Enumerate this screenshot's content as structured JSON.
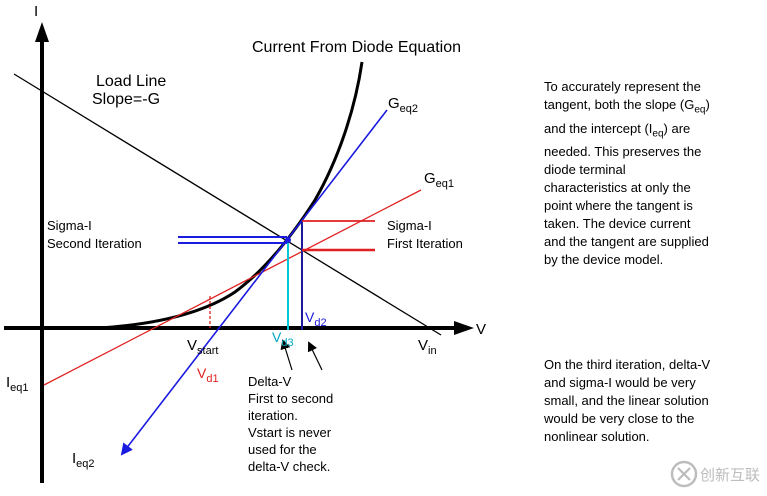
{
  "title": "Current From Diode Equation",
  "axis": {
    "y_label": "I",
    "x_label": "V"
  },
  "load_line": {
    "line1": "Load Line",
    "line2": "Slope=-G"
  },
  "geq2": {
    "base": "G",
    "sub": "eq2"
  },
  "geq1": {
    "base": "G",
    "sub": "eq1"
  },
  "ieq1": {
    "base": "I",
    "sub": "eq1"
  },
  "ieq2": {
    "base": "I",
    "sub": "eq2"
  },
  "sigma_second": {
    "line1": "Sigma-I",
    "line2": "Second Iteration"
  },
  "sigma_first": {
    "line1": "Sigma-I",
    "line2": "First Iteration"
  },
  "vstart": {
    "base": "V",
    "sub": "start"
  },
  "vd1": {
    "base": "V",
    "sub": "d1"
  },
  "vd2": {
    "base": "V",
    "sub": "d2"
  },
  "vd3": {
    "base": "V",
    "sub": "d3"
  },
  "vin": {
    "base": "V",
    "sub": "in"
  },
  "delta_v": {
    "l1": "Delta-V",
    "l2": "First to second",
    "l3": "iteration.",
    "l4": "Vstart is never",
    "l5": "used for the",
    "l6": "delta-V check."
  },
  "note_top": {
    "l1": "To accurately represent the",
    "l2a": "tangent, both the slope (G",
    "l2sub": "eq",
    "l2b": ")",
    "l3a": "and the intercept (I",
    "l3sub": "eq",
    "l3b": ") are",
    "l4": "needed. This preserves the",
    "l5": "diode terminal",
    "l6": "characteristics at only the",
    "l7": "point where the tangent is",
    "l8": "taken. The device current",
    "l9": "and the tangent are supplied",
    "l10": "by the device model."
  },
  "note_bottom": {
    "l1": "On the third iteration, delta-V",
    "l2": "and sigma-I would be very",
    "l3": "small, and the linear solution",
    "l4": "would be very close to the",
    "l5": "nonlinear solution."
  },
  "watermark": "创新互联",
  "colors": {
    "red": "#e02020",
    "blue": "#1a1ae0",
    "cyan": "#00c8d8",
    "navy": "#1a1a9a",
    "black": "#000000"
  }
}
